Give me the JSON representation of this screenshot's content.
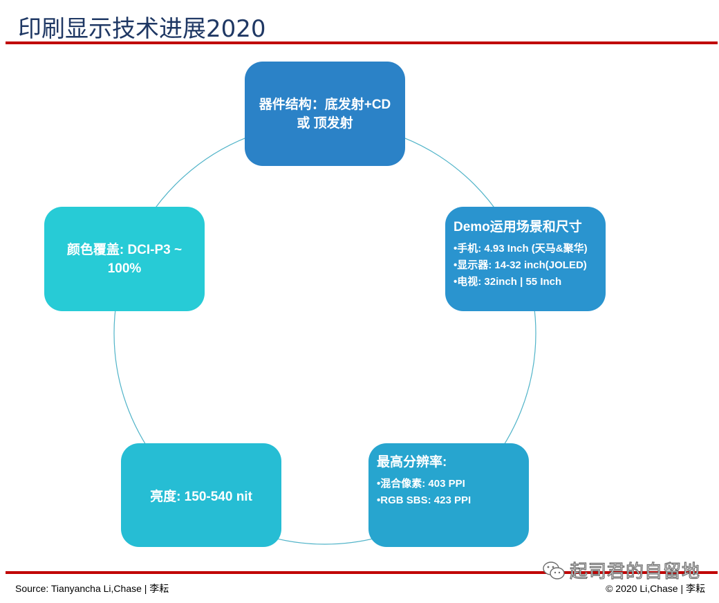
{
  "title": "印刷显示技术进展2020",
  "nodes": [
    {
      "lines": [
        "器件结构：底发射+CD",
        "或 顶发射"
      ]
    },
    {
      "heading": "Demo运用场景和尺寸",
      "bullets": [
        "•手机: 4.93 Inch (天马&聚华)",
        "•显示器: 14-32 inch(JOLED)",
        "•电视: 32inch | 55 Inch"
      ]
    },
    {
      "heading": "最高分辨率:",
      "bullets": [
        "•混合像素: 403 PPI",
        "•RGB SBS: 423 PPI"
      ]
    },
    {
      "lines": [
        "亮度: 150-540 nit"
      ]
    },
    {
      "lines": [
        "颜色覆盖: DCI-P3 ~",
        "100%"
      ]
    }
  ],
  "footer": {
    "source": "Source: Tianyancha Li,Chase | 李耘",
    "copyright": "© 2020 Li,Chase | 李耘"
  },
  "watermark": {
    "text": "起司君的自留地"
  },
  "colors": {
    "title": "#1f3864",
    "rule": "#c00000",
    "ring": "#4fb3c8",
    "node1": "#2b82c7",
    "node2": "#2a94cf",
    "node3": "#27a5cf",
    "node4": "#26bdd4",
    "node5": "#27cbd6"
  }
}
